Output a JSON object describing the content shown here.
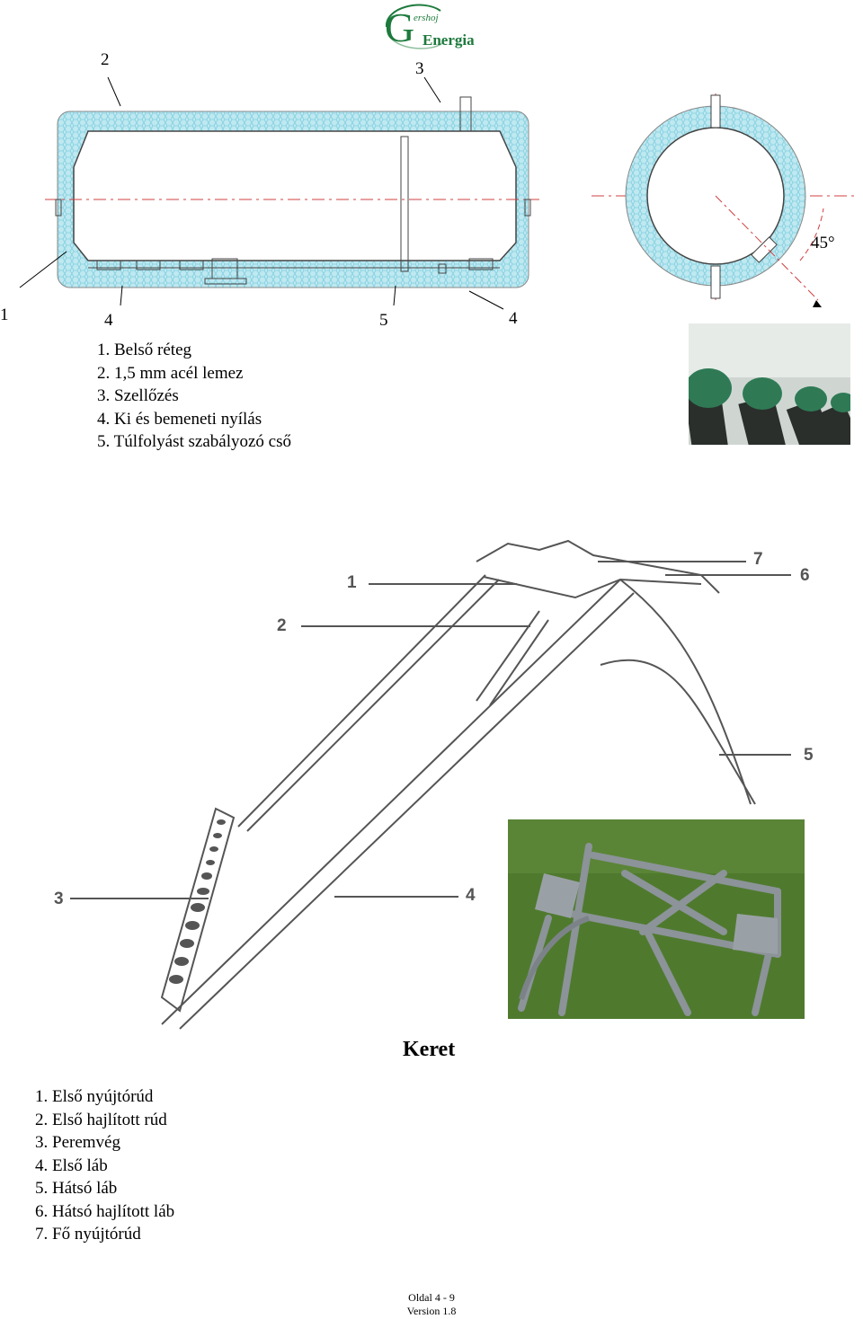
{
  "logo": {
    "letter": "G",
    "top_text": "ershoj",
    "bottom_text": "Energia"
  },
  "tank_diagram": {
    "callouts": [
      "1",
      "2",
      "3",
      "4",
      "5",
      "4"
    ],
    "angle_label": "45°"
  },
  "tank_legend": [
    "1. Belső réteg",
    "2. 1,5 mm acél lemez",
    "3. Szellőzés",
    "4. Ki és bemeneti nyílás",
    "5. Túlfolyást szabályozó cső"
  ],
  "frame_diagram": {
    "callouts": [
      "1",
      "2",
      "3",
      "4",
      "5",
      "6",
      "7"
    ]
  },
  "frame_title": "Keret",
  "frame_legend": [
    "1. Első nyújtórúd",
    "2. Első hajlított rúd",
    "3. Peremvég",
    "4. Első láb",
    "5. Hátsó láb",
    "6. Hátsó hajlított láb",
    "7. Fő nyújtórúd"
  ],
  "footer": {
    "page": "Oldal 4 - 9",
    "version": "Version 1.8"
  },
  "colors": {
    "insulation": "#bfe8f0",
    "insulation_mesh": "#7fd0e0",
    "centerline": "#d04040",
    "logo_green": "#1d7a3c",
    "grass": "#4f7a2e",
    "frame_grey": "#8c9399"
  }
}
